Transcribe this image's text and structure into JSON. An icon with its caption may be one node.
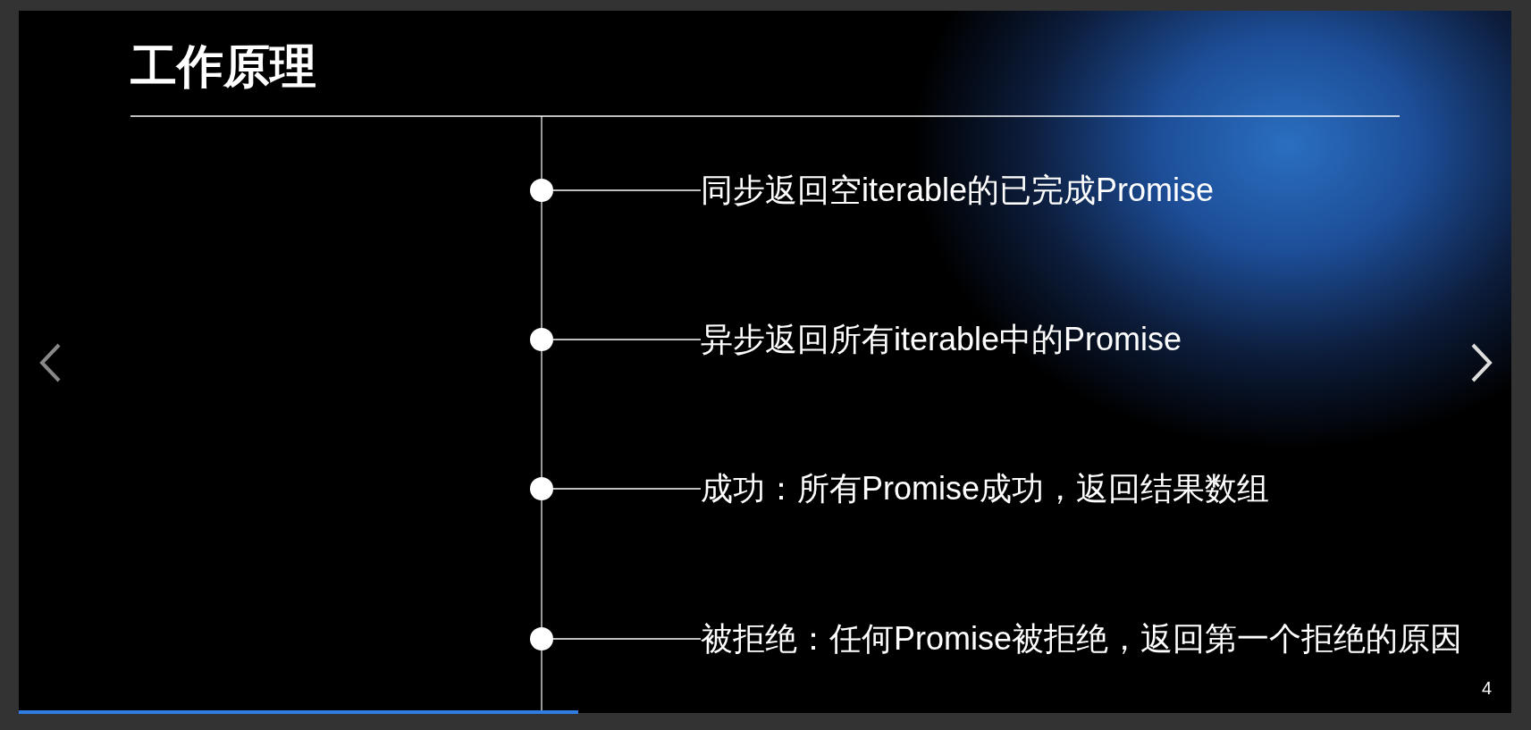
{
  "diagram": {
    "title": "工作原理",
    "nodes": [
      {
        "text": [],
        "shape": "circle"
      },
      {
        "text": [
          "同步返回空iterable的已完成Promise"
        ]
      },
      {
        "text": [],
        "shape": "circle"
      },
      {
        "text": [
          "异步返回所有iterable中的Promise"
        ]
      },
      {
        "text": [],
        "shape": "circle"
      },
      {
        "text": [
          "成功：所有Promise成功，返回结果数组"
        ]
      },
      {
        "text": [],
        "shape": "circle"
      },
      {
        "text": [
          "被拒绝：任何Promise被拒绝，返回第一个拒绝的原因"
        ]
      }
    ],
    "edges": [
      {
        "from": 0,
        "to": 1,
        "arrow": "none"
      },
      {
        "from": 2,
        "to": 3,
        "arrow": "none"
      },
      {
        "from": 4,
        "to": 5,
        "arrow": "none"
      },
      {
        "from": 6,
        "to": 7,
        "arrow": "none"
      }
    ],
    "labels": [
      "4"
    ]
  }
}
